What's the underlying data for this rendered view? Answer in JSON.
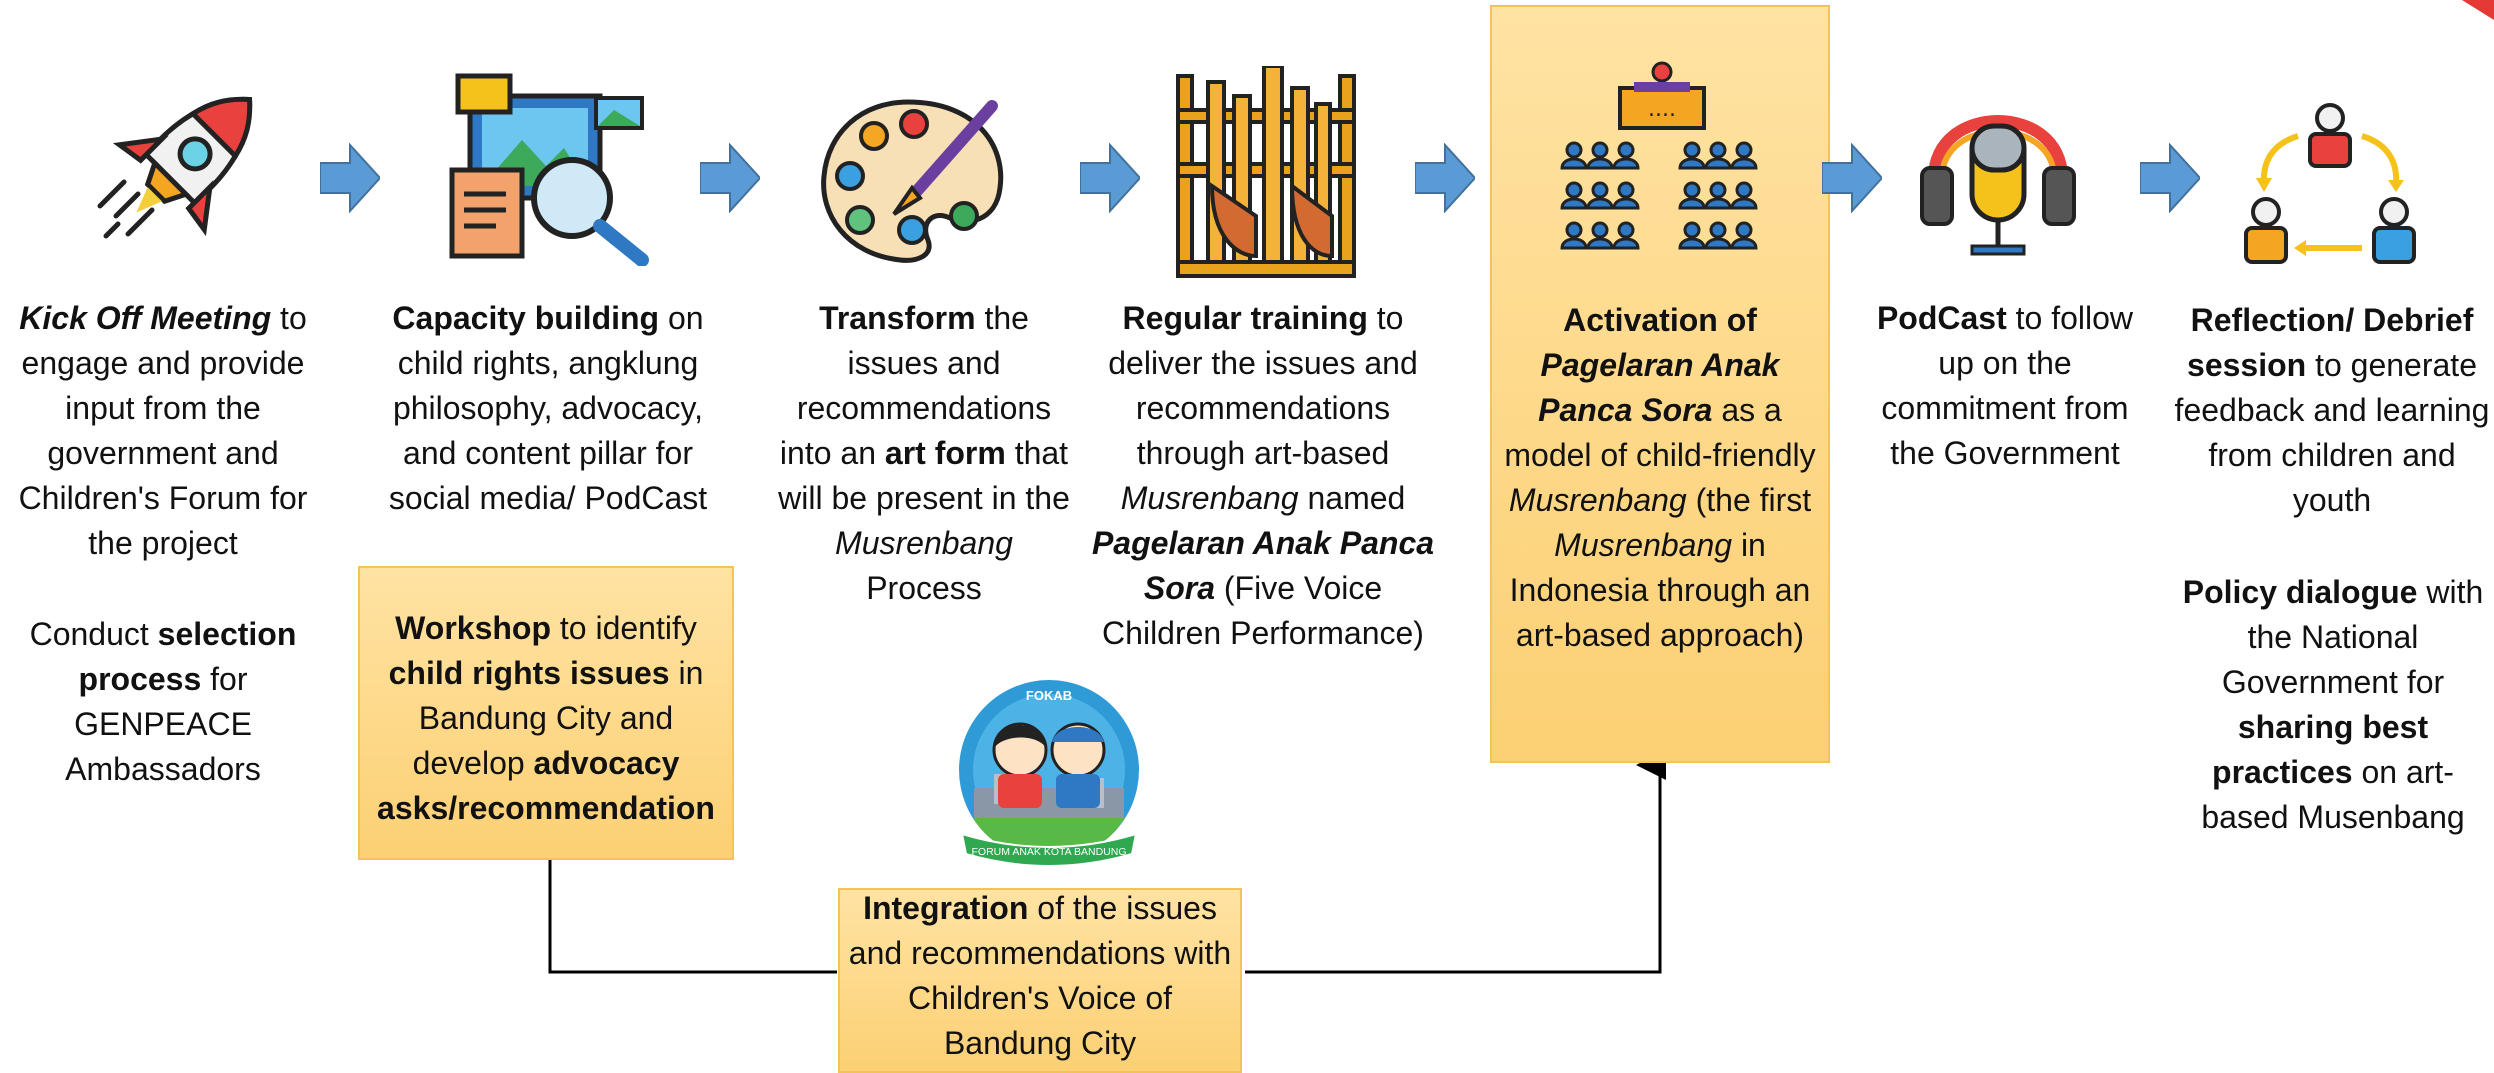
{
  "steps": [
    {
      "icon": "rocket-icon",
      "parts": [
        {
          "t": "Kick Off Meeting",
          "b": true,
          "i": true
        },
        {
          "t": " to engage and provide input from the government and Children's Forum for the project"
        }
      ],
      "parts2": [
        {
          "t": "Conduct "
        },
        {
          "t": "selection process",
          "b": true
        },
        {
          "t": " for GENPEACE Ambassadors"
        }
      ]
    },
    {
      "icon": "research-magnifier-icon",
      "parts": [
        {
          "t": "Capacity building",
          "b": true
        },
        {
          "t": " on child rights, angklung philosophy, advocacy, and content pillar for social media/ PodCast"
        }
      ]
    },
    {
      "icon": "paint-palette-icon",
      "parts": [
        {
          "t": "Transform",
          "b": true
        },
        {
          "t": " the issues and recommendations into an "
        },
        {
          "t": "art form",
          "b": true
        },
        {
          "t": " that will be present in the "
        },
        {
          "t": "Musrenbang",
          "i": true
        },
        {
          "t": " Process"
        }
      ]
    },
    {
      "icon": "angklung-icon",
      "parts": [
        {
          "t": "Regular training",
          "b": true
        },
        {
          "t": " to deliver the issues and recommendations through art-based "
        },
        {
          "t": "Musrenbang",
          "i": true
        },
        {
          "t": " named "
        },
        {
          "t": "Pagelaran Anak Panca Sora",
          "b": true,
          "i": true
        },
        {
          "t": " (Five Voice Children Performance)"
        }
      ]
    },
    {
      "icon": "audience-conference-icon",
      "parts": [
        {
          "t": "Activation of ",
          "b": true
        },
        {
          "t": "Pagelaran Anak Panca Sora",
          "b": true,
          "i": true
        },
        {
          "t": " as a model of child-friendly "
        },
        {
          "t": "Musrenbang",
          "i": true
        },
        {
          "t": " (the first "
        },
        {
          "t": "Musrenbang",
          "i": true
        },
        {
          "t": " in Indonesia through an art-based approach)"
        }
      ]
    },
    {
      "icon": "podcast-microphone-icon",
      "parts": [
        {
          "t": "PodCast",
          "b": true
        },
        {
          "t": " to follow up on the commitment from the Government"
        }
      ]
    },
    {
      "icon": "reflection-cycle-icon",
      "parts": [
        {
          "t": "Reflection/ Debrief session",
          "b": true
        },
        {
          "t": " to generate feedback and learning from children and youth"
        }
      ],
      "parts2": [
        {
          "t": "Policy dialogue",
          "b": true
        },
        {
          "t": " with the National Government for "
        },
        {
          "t": "sharing best practices",
          "b": true
        },
        {
          "t": " on art-based Musenbang"
        }
      ]
    }
  ],
  "workshop": {
    "parts": [
      {
        "t": "Workshop",
        "b": true
      },
      {
        "t": " to identify "
      },
      {
        "t": "child rights issues",
        "b": true
      },
      {
        "t": " in Bandung City and develop "
      },
      {
        "t": "advocacy asks/recommendation",
        "b": true
      }
    ]
  },
  "integration": {
    "parts": [
      {
        "t": "Integration",
        "b": true
      },
      {
        "t": " of the issues and recommendations with Children's Voice of Bandung City"
      }
    ]
  },
  "logo": {
    "top_text": "FOKAB",
    "ribbon_text": "FORUM ANAK KOTA BANDUNG"
  },
  "colors": {
    "arrow": "#5b9bd5",
    "box_fill": "#fcd882",
    "box_border": "#f3c35a"
  }
}
